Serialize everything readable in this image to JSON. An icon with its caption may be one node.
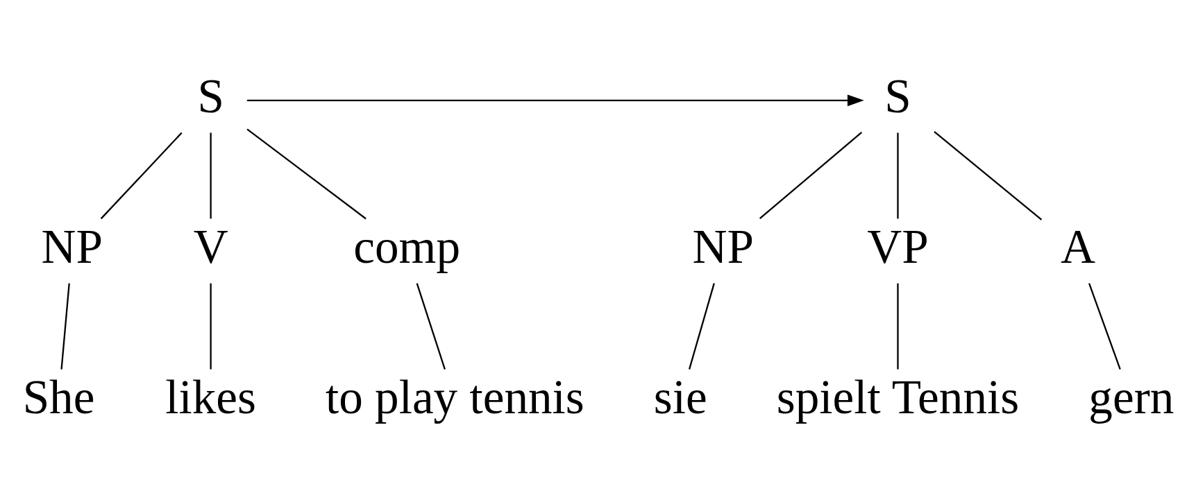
{
  "diagram": {
    "nodes": [
      {
        "text": [
          "S"
        ]
      },
      {
        "text": [
          "NP"
        ]
      },
      {
        "text": [
          "V"
        ]
      },
      {
        "text": [
          "comp"
        ]
      },
      {
        "text": [
          "She"
        ]
      },
      {
        "text": [
          "likes"
        ]
      },
      {
        "text": [
          "to play tennis"
        ]
      },
      {
        "text": [
          "S"
        ]
      },
      {
        "text": [
          "NP"
        ]
      },
      {
        "text": [
          "VP"
        ]
      },
      {
        "text": [
          "A"
        ]
      },
      {
        "text": [
          "sie"
        ]
      },
      {
        "text": [
          "spielt Tennis"
        ]
      },
      {
        "text": [
          "gern"
        ]
      }
    ],
    "edges": [
      {
        "from": 0,
        "to": 1,
        "arrow": "none"
      },
      {
        "from": 0,
        "to": 2,
        "arrow": "none"
      },
      {
        "from": 0,
        "to": 3,
        "arrow": "none"
      },
      {
        "from": 1,
        "to": 4,
        "arrow": "none"
      },
      {
        "from": 2,
        "to": 5,
        "arrow": "none"
      },
      {
        "from": 3,
        "to": 6,
        "arrow": "none"
      },
      {
        "from": 0,
        "to": 7,
        "arrow": "to"
      },
      {
        "from": 7,
        "to": 8,
        "arrow": "none"
      },
      {
        "from": 7,
        "to": 9,
        "arrow": "none"
      },
      {
        "from": 7,
        "to": 10,
        "arrow": "none"
      },
      {
        "from": 8,
        "to": 11,
        "arrow": "none"
      },
      {
        "from": 9,
        "to": 12,
        "arrow": "none"
      },
      {
        "from": 10,
        "to": 13,
        "arrow": "none"
      }
    ]
  }
}
